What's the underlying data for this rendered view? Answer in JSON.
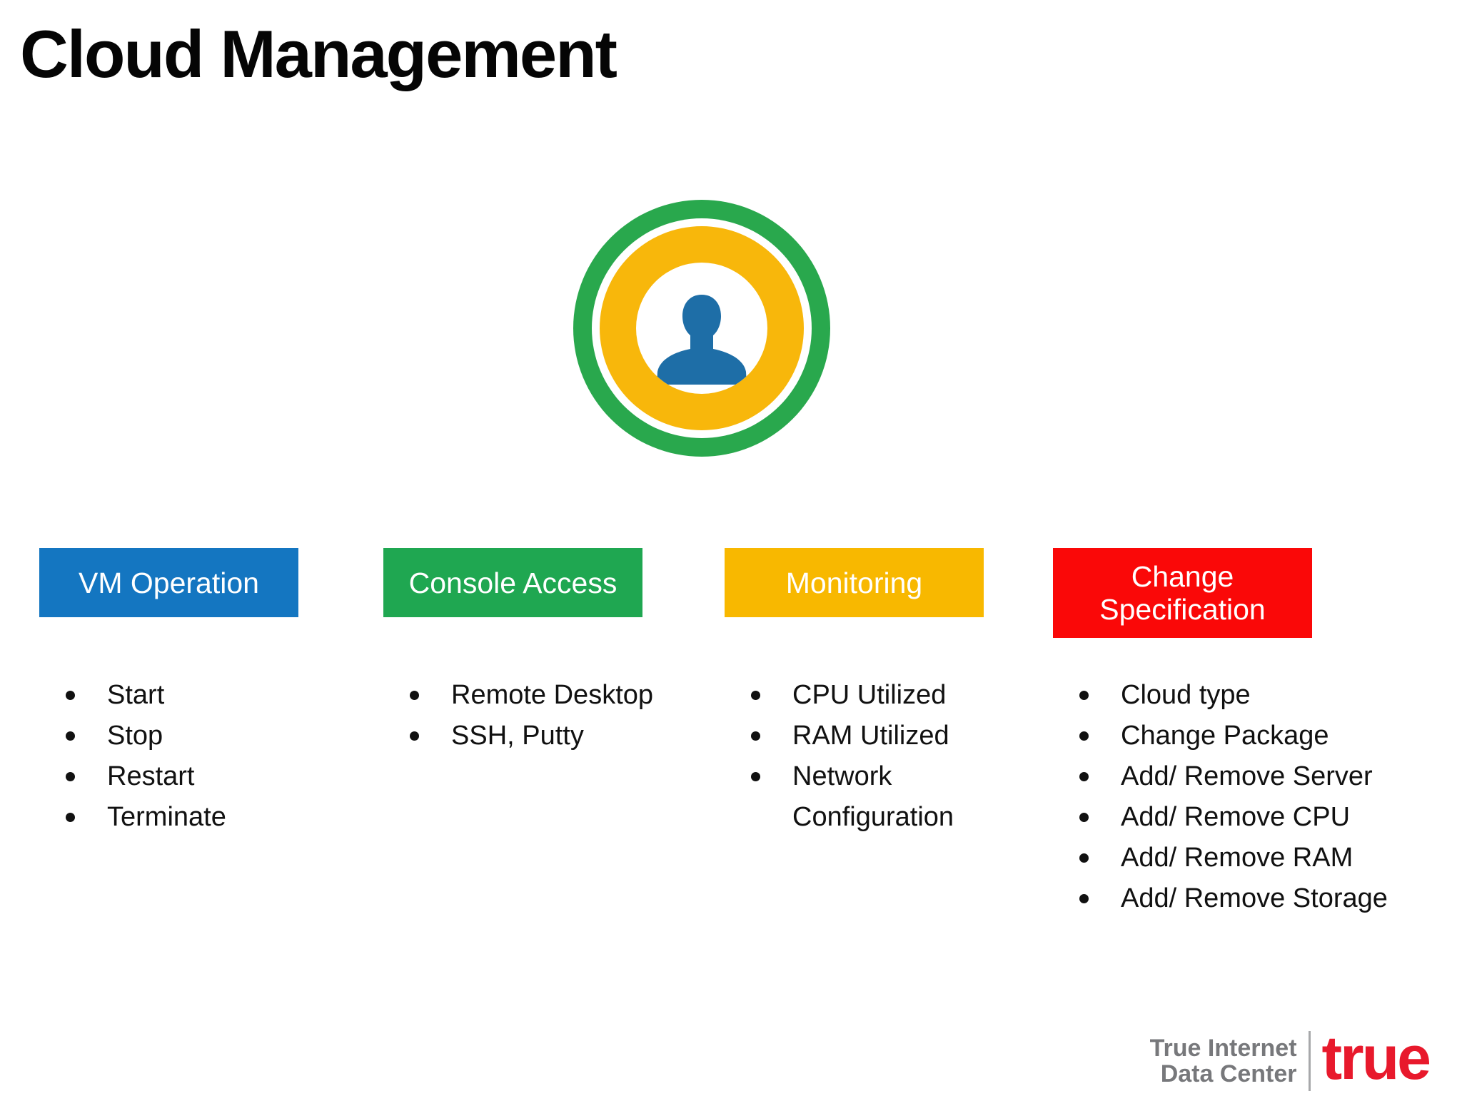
{
  "slide": {
    "title": "Cloud Management",
    "badge": {
      "icon": "user-avatar",
      "outer_ring_color": "#29a84d",
      "middle_ring_color": "#f8b70b",
      "person_color": "#1e6ea7"
    },
    "columns": [
      {
        "header": "VM Operation",
        "color": "#1476c1",
        "items": [
          "Start",
          "Stop",
          "Restart",
          "Terminate"
        ]
      },
      {
        "header": "Console Access",
        "color": "#1fa751",
        "items": [
          "Remote Desktop",
          "SSH, Putty"
        ]
      },
      {
        "header": "Monitoring",
        "color": "#f8b800",
        "items": [
          "CPU Utilized",
          "RAM Utilized",
          "Network Configuration"
        ]
      },
      {
        "header": "Change Specification",
        "color": "#fa0808",
        "items": [
          "Cloud type",
          "Change Package",
          "Add/ Remove Server",
          "Add/ Remove CPU",
          "Add/ Remove RAM",
          "Add/ Remove Storage"
        ]
      }
    ],
    "footer": {
      "brand_line1": "True Internet",
      "brand_line2": "Data Center",
      "logo_text": "true",
      "logo_color": "#e8192c"
    }
  }
}
